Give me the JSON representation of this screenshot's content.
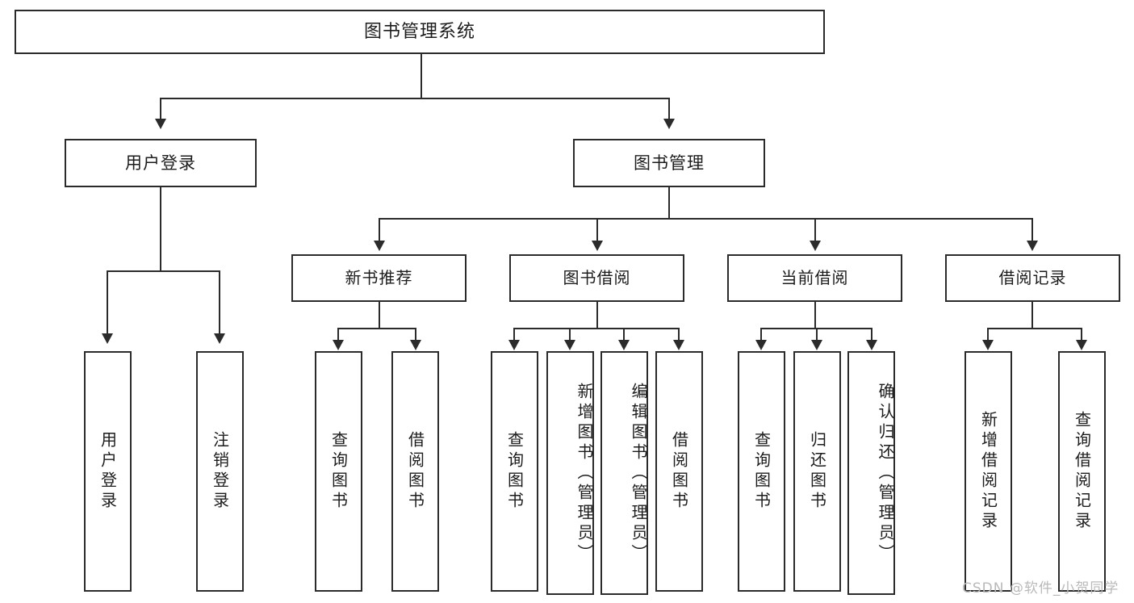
{
  "diagram": {
    "type": "tree-hierarchy",
    "title": "图书管理系统",
    "root": {
      "label": "图书管理系统"
    },
    "level1": [
      {
        "label": "用户登录"
      },
      {
        "label": "图书管理"
      }
    ],
    "level2": [
      {
        "label": "新书推荐"
      },
      {
        "label": "图书借阅"
      },
      {
        "label": "当前借阅"
      },
      {
        "label": "借阅记录"
      }
    ],
    "leaves": {
      "user_login": [
        {
          "label": "用户登录"
        },
        {
          "label": "注销登录"
        }
      ],
      "new_book_recommend": [
        {
          "label": "查询图书"
        },
        {
          "label": "借阅图书"
        }
      ],
      "book_borrow": [
        {
          "label": "查询图书"
        },
        {
          "label": "新增图书（管理员）"
        },
        {
          "label": "编辑图书（管理员）"
        },
        {
          "label": "借阅图书"
        }
      ],
      "current_borrow": [
        {
          "label": "查询图书"
        },
        {
          "label": "归还图书"
        },
        {
          "label": "确认归还（管理员）"
        }
      ],
      "borrow_record": [
        {
          "label": "新增借阅记录"
        },
        {
          "label": "查询借阅记录"
        }
      ]
    }
  },
  "watermark": {
    "text": "CSDN @软件_小贺同学"
  },
  "colors": {
    "border": "#2b2b2b",
    "background": "#ffffff",
    "text": "#1c1c1c",
    "watermark": "#b9b9b9"
  }
}
